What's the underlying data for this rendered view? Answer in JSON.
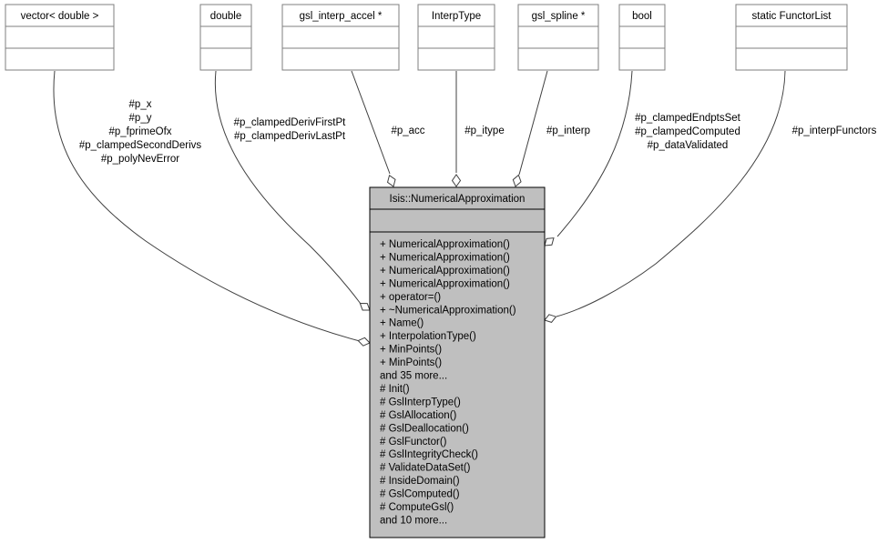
{
  "colors": {
    "main_fill": "#bfbfbf",
    "box_stroke": "#7f7f7f",
    "main_stroke": "#000000",
    "edge": "#404040"
  },
  "classes": [
    {
      "id": "vector",
      "name": "vector< double >"
    },
    {
      "id": "double",
      "name": "double"
    },
    {
      "id": "accel",
      "name": "gsl_interp_accel *"
    },
    {
      "id": "itype",
      "name": "InterpType"
    },
    {
      "id": "spline",
      "name": "gsl_spline *"
    },
    {
      "id": "bool",
      "name": "bool"
    },
    {
      "id": "functorlist",
      "name": "static FunctorList"
    }
  ],
  "edge_labels": [
    {
      "id": "vector",
      "lines": [
        "#p_x",
        "#p_y",
        "#p_fprimeOfx",
        "#p_clampedSecondDerivs",
        "#p_polyNevError"
      ]
    },
    {
      "id": "double",
      "lines": [
        "#p_clampedDerivFirstPt",
        "#p_clampedDerivLastPt"
      ]
    },
    {
      "id": "accel",
      "lines": [
        "#p_acc"
      ]
    },
    {
      "id": "itype",
      "lines": [
        "#p_itype"
      ]
    },
    {
      "id": "spline",
      "lines": [
        "#p_interp"
      ]
    },
    {
      "id": "bool",
      "lines": [
        "#p_clampedEndptsSet",
        "#p_clampedComputed",
        "#p_dataValidated"
      ]
    },
    {
      "id": "functorlist",
      "lines": [
        "#p_interpFunctors"
      ]
    }
  ],
  "main_class": {
    "name": "Isis::NumericalApproximation",
    "public_methods": [
      "+ NumericalApproximation()",
      "+ NumericalApproximation()",
      "+ NumericalApproximation()",
      "+ NumericalApproximation()",
      "+ operator=()",
      "+ ~NumericalApproximation()",
      "+ Name()",
      "+ InterpolationType()",
      "+ MinPoints()",
      "+ MinPoints()",
      "and 35 more..."
    ],
    "protected_methods": [
      "# Init()",
      "# GslInterpType()",
      "# GslAllocation()",
      "# GslDeallocation()",
      "# GslFunctor()",
      "# GslIntegrityCheck()",
      "# ValidateDataSet()",
      "# InsideDomain()",
      "# GslComputed()",
      "# ComputeGsl()",
      "and 10 more..."
    ]
  }
}
